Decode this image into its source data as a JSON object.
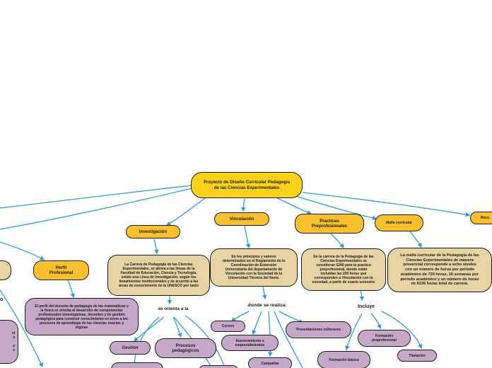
{
  "root": {
    "title": "Proyecto de Diseño Curricular Pedagogía de las Ciencias Experimentales"
  },
  "branches": {
    "perfil": "Perfil Profesional",
    "investigacion": "Investigación",
    "vinculacion": "Vinculación",
    "practicas": "Practicas Preprofesionales",
    "malla": "Malla curricular",
    "recursos_partial": "Recu"
  },
  "details": {
    "perfil": "El perfil del docente de pedagogía de las matemáticas y la física se orienta al desarrollo de competencias profesionales investigativas, docentes y de gestión pedagógica para construir conocimiento en torno a los procesos de aprendizaje de las ciencias exactas y lógicas",
    "investigacion": "La Carrera de Pedagogía de las Ciencias Experimentales, se alinea a las líneas de la Facultad de Educación, Ciencia y Tecnología, existe una Línea de Investigación, según los lineamientos institucionales y de acuerdo a las áreas de conocimiento de la UNESCO por tanto",
    "vinculacion": "En los principios y valores determinados en el Reglamento de la Coordinación de Extensión Universitaria del departamento de Vinculación con la Sociedad de la Universidad Técnica del Norte.",
    "practicas": "En la carrera de la Pedagogía de las Ciencias Experimentales se consideran 5240 para la practica preprofesional, donde están incluidas las 200 horas que corresponden a Vinculación con la sociedad, a partir de cuarto semestre",
    "malla": "La malla curricular de la Pedagogía de las Ciencias Experimentales de manera presencial corresponde a ocho niveles con un número de horas por período académico de 720 horas, 16 semanas por período académico y un número de horas de 6336 horas total de carrera."
  },
  "connectors": {
    "orienta": "se orienta a la",
    "realiza": "donde se realiza:",
    "incluye": "Incluye"
  },
  "leaves": {
    "gestion": "Gestión",
    "procesos": "Procesos pedagógicos",
    "cursos": "Cursos",
    "asesoramiento": "Asesoramiento a emprendimientos",
    "campanas": "Campañas",
    "presentaciones": "Presentaciones culturures",
    "formacion_pre": "Formación preprofesional",
    "formacion_basica": "Formación básica",
    "titulacion": "Titulación"
  },
  "left_partial": {
    "letters": "el\ns\n\ny\ne",
    "o": "o"
  },
  "colors": {
    "line": "#2d9bd6",
    "root": "#ffd21a",
    "branch": "#fbc02d",
    "detail": "#e8d3a4",
    "leaf": "#c6a8c8"
  }
}
